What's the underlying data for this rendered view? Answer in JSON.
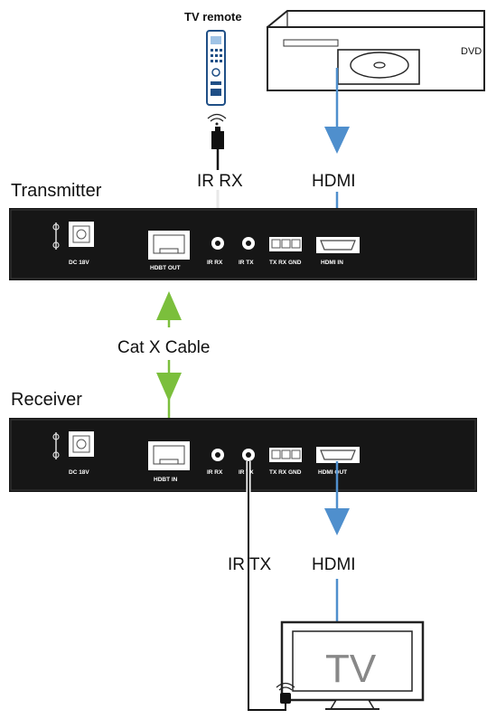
{
  "labels": {
    "tv_remote": "TV remote",
    "dvd": "DVD",
    "ir_rx_top": "IR RX",
    "hdmi_top": "HDMI",
    "transmitter": "Transmitter",
    "cat_cable": "Cat X Cable",
    "receiver": "Receiver",
    "ir_tx_bottom": "IR TX",
    "hdmi_bottom": "HDMI",
    "tv": "TV"
  },
  "transmitter_ports": {
    "dc": "DC 18V",
    "hdbt": "HDBT OUT",
    "ir_rx": "IR RX",
    "ir_tx": "IR TX",
    "terminal": "TX RX GND",
    "hdmi": "HDMI IN"
  },
  "receiver_ports": {
    "dc": "DC 18V",
    "hdbt": "HDBT IN",
    "ir_rx": "IR RX",
    "ir_tx": "IR TX",
    "terminal": "TX RX GND",
    "hdmi": "HDMI OUT"
  },
  "colors": {
    "hdmi_arrow": "#4f8fcd",
    "cat_arrow": "#7bbf3c",
    "device_body": "#161616"
  }
}
